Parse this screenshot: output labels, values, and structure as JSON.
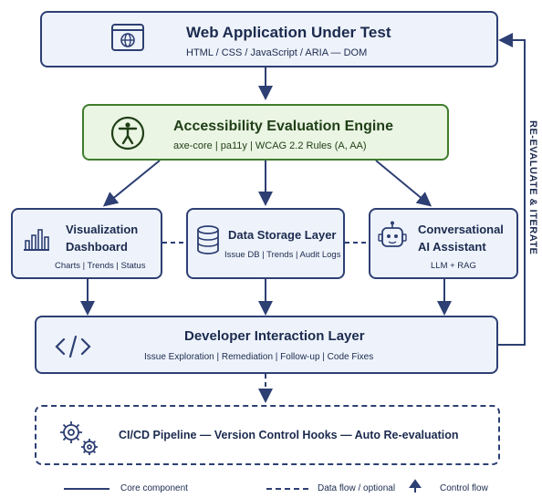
{
  "web_app": {
    "title": "Web Application Under Test",
    "subtitle": "HTML / CSS / JavaScript / ARIA — DOM",
    "icon": "globe-icon"
  },
  "engine": {
    "title": "Accessibility Evaluation Engine",
    "subtitle": "axe-core | pa11y | WCAG 2.2 Rules (A, AA)",
    "icon": "accessibility-icon"
  },
  "dashboard": {
    "title_line1": "Visualization",
    "title_line2": "Dashboard",
    "subtitle": "Charts | Trends | Status",
    "icon": "bar-chart-icon"
  },
  "storage": {
    "title": "Data Storage Layer",
    "subtitle": "Issue DB | Trends | Audit Logs",
    "icon": "database-icon"
  },
  "assistant": {
    "title_line1": "Conversational",
    "title_line2": "AI Assistant",
    "subtitle": "LLM + RAG",
    "icon": "robot-icon"
  },
  "developer": {
    "title": "Developer Interaction Layer",
    "subtitle": "Issue Exploration | Remediation | Follow-up | Code Fixes",
    "icon": "code-icon"
  },
  "cicd": {
    "title": "CI/CD Pipeline — Version Control Hooks — Auto Re-evaluation",
    "icon": "gears-icon"
  },
  "feedback_label": "RE-EVALUATE & ITERATE",
  "legend": {
    "core": "Core component",
    "data_flow": "Data flow / optional",
    "control": "Control flow"
  },
  "colors": {
    "navy": "#2d3f73",
    "green": "#3f7d2c",
    "box_fill": "#eef3fb",
    "green_fill": "#eaf5e3"
  }
}
